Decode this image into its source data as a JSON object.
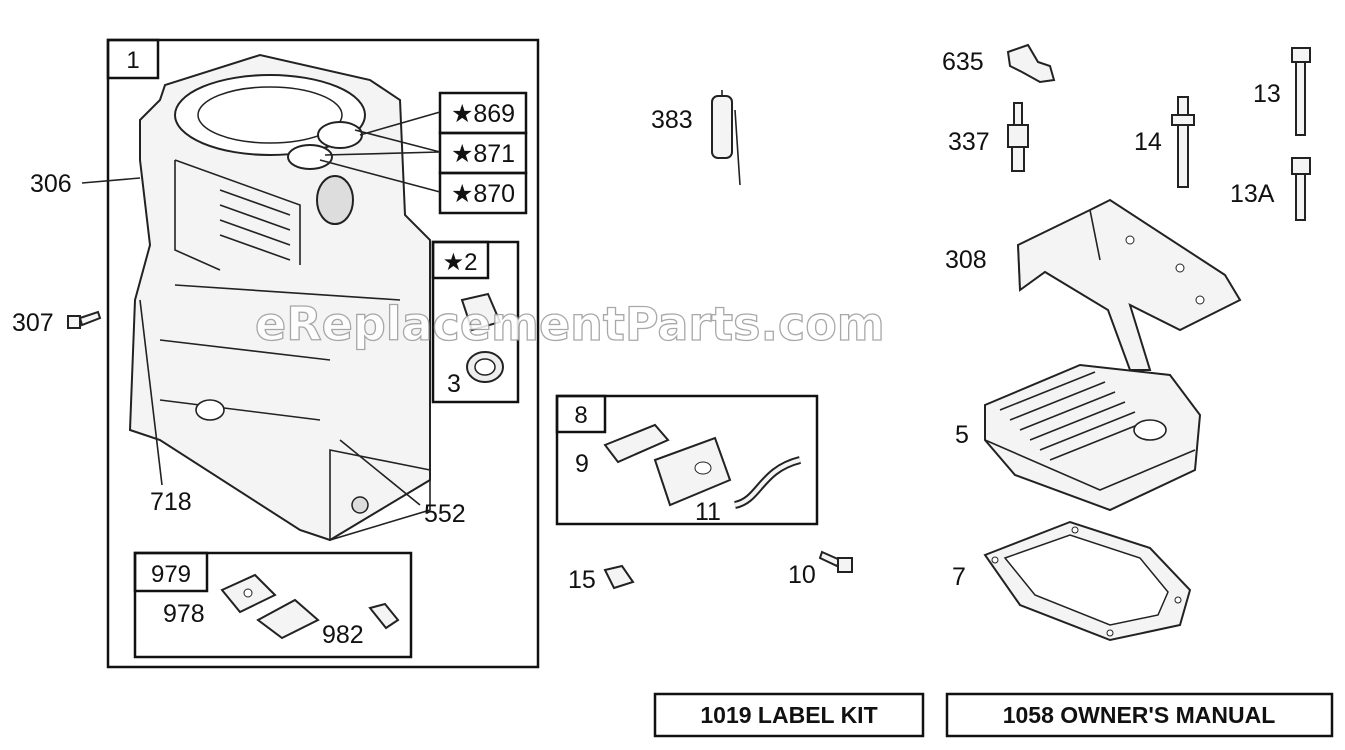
{
  "watermark": "eReplacementParts.com",
  "boxes": {
    "cylinder_group": "1",
    "breather_kit": "979",
    "seal_kit": "★2",
    "valve_cover_kit": "8"
  },
  "part_labels": {
    "p306": "306",
    "p307": "307",
    "p718": "718",
    "p552": "552",
    "p869": "★869",
    "p871": "★871",
    "p870": "★870",
    "p3": "3",
    "p978": "978",
    "p982": "982",
    "p383": "383",
    "p9": "9",
    "p11": "11",
    "p15": "15",
    "p10": "10",
    "p635": "635",
    "p337": "337",
    "p14": "14",
    "p13": "13",
    "p13a": "13A",
    "p308": "308",
    "p5": "5",
    "p7": "7"
  },
  "kits": {
    "label_kit": "1019 LABEL KIT",
    "owners_manual": "1058 OWNER'S MANUAL"
  }
}
